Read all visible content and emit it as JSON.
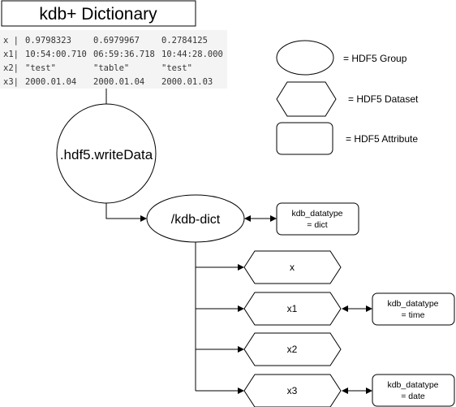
{
  "title": "kdb+ Dictionary",
  "code_table": {
    "background": "#f4f4f4",
    "rows": [
      {
        "key": "x |",
        "cols": [
          "0.9798323",
          "0.6979967",
          "0.2784125"
        ]
      },
      {
        "key": "x1|",
        "cols": [
          "10:54:00.710",
          "06:59:36.718",
          "10:44:28.000"
        ]
      },
      {
        "key": "x2|",
        "cols": [
          "\"test\"",
          "\"table\"",
          "\"test\""
        ]
      },
      {
        "key": "x3|",
        "cols": [
          "2000.01.04",
          "2000.01.04",
          "2000.01.03"
        ]
      }
    ]
  },
  "legend": {
    "group_label": "= HDF5 Group",
    "dataset_label": "= HDF5 Dataset",
    "attribute_label": "= HDF5 Attribute"
  },
  "nodes": {
    "write_call": ".hdf5.writeData",
    "group": "/kdb-dict",
    "group_attr_line1": "kdb_datatype",
    "group_attr_line2": "= dict",
    "datasets": [
      "x",
      "x1",
      "x2",
      "x3"
    ],
    "x1_attr_line1": "kdb_datatype",
    "x1_attr_line2": "= time",
    "x3_attr_line1": "kdb_datatype",
    "x3_attr_line2": "= date"
  }
}
